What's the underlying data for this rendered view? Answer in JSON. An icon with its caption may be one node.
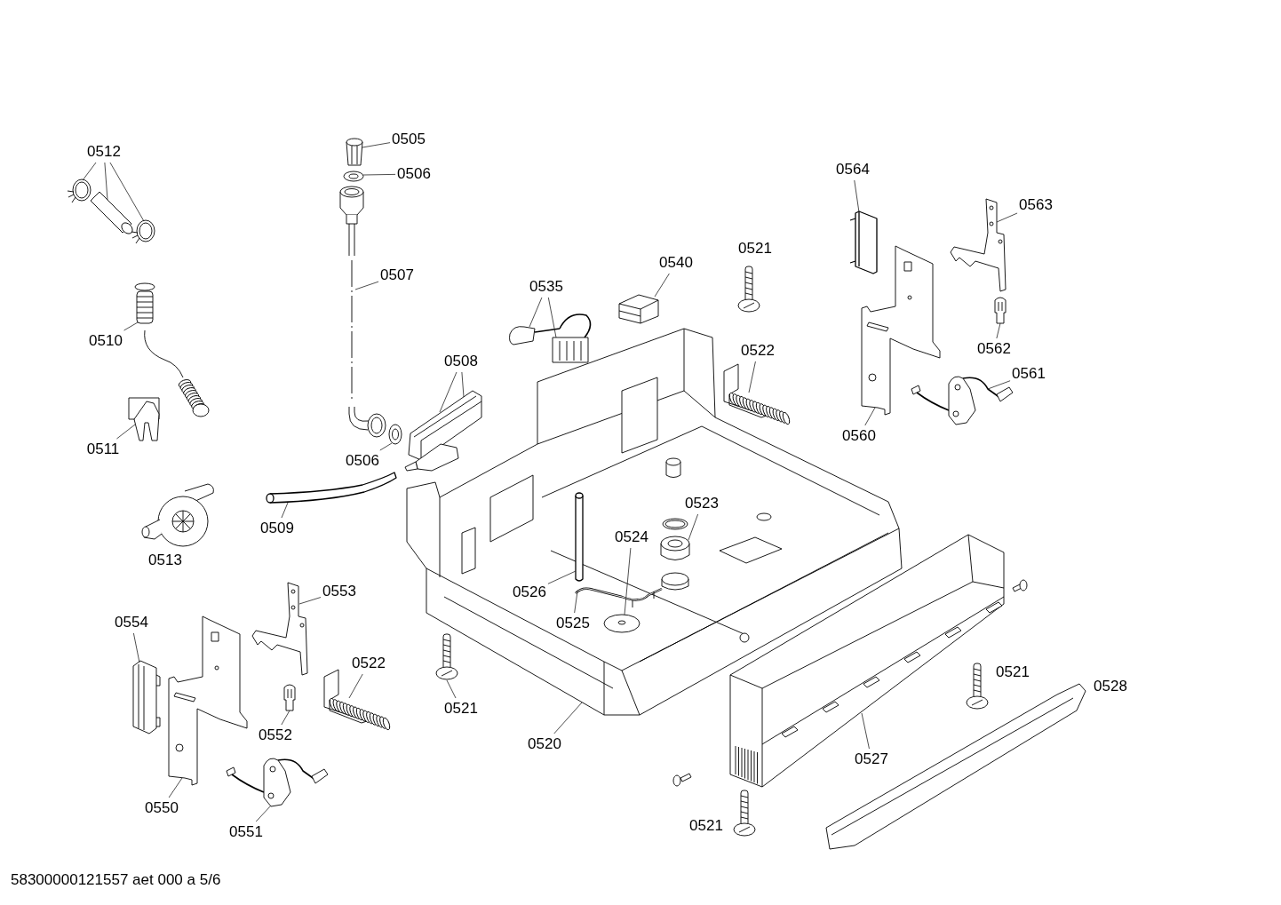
{
  "diagram": {
    "nodes": [
      {
        "text": [
          "0512"
        ]
      },
      {
        "text": [],
        "shape": "picture"
      },
      {
        "text": [],
        "shape": "picture"
      },
      {
        "text": [],
        "shape": "picture"
      },
      {
        "text": [
          "0505"
        ]
      },
      {
        "text": [],
        "shape": "picture"
      },
      {
        "text": [
          "0506"
        ]
      },
      {
        "text": [],
        "shape": "picture"
      },
      {
        "text": [
          "0507"
        ]
      },
      {
        "text": [],
        "shape": "picture"
      },
      {
        "text": [
          "0510"
        ]
      },
      {
        "text": [],
        "shape": "picture"
      },
      {
        "text": [
          "0508"
        ]
      },
      {
        "text": [],
        "shape": "picture"
      },
      {
        "text": [
          "0535"
        ]
      },
      {
        "text": [],
        "shape": "picture"
      },
      {
        "text": [
          "0540"
        ]
      },
      {
        "text": [],
        "shape": "picture"
      },
      {
        "text": [
          "0564"
        ]
      },
      {
        "text": [],
        "shape": "box"
      },
      {
        "text": [
          "0563"
        ]
      },
      {
        "text": [],
        "shape": "picture"
      },
      {
        "text": [
          "0562"
        ]
      },
      {
        "text": [],
        "shape": "picture"
      },
      {
        "text": [
          "0561"
        ]
      },
      {
        "text": [],
        "shape": "picture"
      },
      {
        "text": [
          "0560"
        ]
      },
      {
        "text": [],
        "shape": "picture"
      },
      {
        "text": [
          "0522"
        ]
      },
      {
        "text": [],
        "shape": "picture"
      },
      {
        "text": [
          "0511"
        ]
      },
      {
        "text": [],
        "shape": "picture"
      },
      {
        "text": [
          "0506"
        ]
      },
      {
        "text": [],
        "shape": "picture"
      },
      {
        "text": [
          "0509"
        ]
      },
      {
        "text": [],
        "shape": "bar"
      },
      {
        "text": [],
        "shape": "picture"
      },
      {
        "text": [
          "0523"
        ],
        "in": 36
      },
      {
        "text": [],
        "shape": "picture",
        "in": 36
      },
      {
        "text": [
          "0524"
        ],
        "in": 36
      },
      {
        "text": [],
        "shape": "picture",
        "in": 36
      },
      {
        "text": [
          "0526"
        ],
        "in": 36
      },
      {
        "text": [],
        "shape": "bar",
        "in": 36
      },
      {
        "text": [
          "0525"
        ],
        "in": 36
      },
      {
        "text": [],
        "shape": "picture",
        "in": 36
      },
      {
        "text": [
          "0553"
        ]
      },
      {
        "text": [],
        "shape": "picture"
      },
      {
        "text": [
          "0554"
        ]
      },
      {
        "text": [],
        "shape": "picture"
      },
      {
        "text": [
          "0522"
        ]
      },
      {
        "text": [],
        "shape": "picture"
      },
      {
        "text": [
          "0521"
        ]
      },
      {
        "text": [],
        "shape": "picture"
      },
      {
        "text": [
          "0520"
        ]
      },
      {
        "text": [
          "0527"
        ]
      },
      {
        "text": [],
        "shape": "picture"
      },
      {
        "text": [
          "0552"
        ]
      },
      {
        "text": [],
        "shape": "picture"
      },
      {
        "text": [
          "0550"
        ]
      },
      {
        "text": [],
        "shape": "picture"
      },
      {
        "text": [
          "0551"
        ]
      },
      {
        "text": [],
        "shape": "picture"
      }
    ],
    "edges": [
      {
        "from": 0,
        "to": 1,
        "arrow": "none"
      },
      {
        "from": 0,
        "to": 2,
        "arrow": "none"
      },
      {
        "from": 0,
        "to": 3,
        "arrow": "none"
      },
      {
        "from": 4,
        "to": 5,
        "arrow": "none"
      },
      {
        "from": 6,
        "to": 7,
        "arrow": "none"
      },
      {
        "from": 8,
        "to": 9,
        "arrow": "none"
      },
      {
        "from": 10,
        "to": 11,
        "arrow": "none"
      },
      {
        "from": 12,
        "to": 13,
        "arrow": "none"
      },
      {
        "from": 12,
        "to": 13,
        "arrow": "none"
      },
      {
        "from": 14,
        "to": 15,
        "arrow": "none"
      },
      {
        "from": 14,
        "to": 15,
        "arrow": "none"
      },
      {
        "from": 16,
        "to": 17,
        "arrow": "none"
      },
      {
        "from": 18,
        "to": 19,
        "arrow": "none"
      },
      {
        "from": 20,
        "to": 21,
        "arrow": "none"
      },
      {
        "from": 22,
        "to": 23,
        "arrow": "none"
      },
      {
        "from": 24,
        "to": 25,
        "arrow": "none"
      },
      {
        "from": 26,
        "to": 27,
        "arrow": "none"
      },
      {
        "from": 28,
        "to": 29,
        "arrow": "none"
      },
      {
        "from": 30,
        "to": 31,
        "arrow": "none"
      },
      {
        "from": 32,
        "to": 33,
        "arrow": "none"
      },
      {
        "from": 34,
        "to": 35,
        "arrow": "none"
      },
      {
        "from": 37,
        "to": 38,
        "arrow": "none"
      },
      {
        "from": 39,
        "to": 40,
        "arrow": "none"
      },
      {
        "from": 41,
        "to": 42,
        "arrow": "none"
      },
      {
        "from": 43,
        "to": 44,
        "arrow": "none"
      },
      {
        "from": 45,
        "to": 46,
        "arrow": "none"
      },
      {
        "from": 47,
        "to": 48,
        "arrow": "none"
      },
      {
        "from": 49,
        "to": 50,
        "arrow": "none"
      },
      {
        "from": 51,
        "to": 52,
        "arrow": "none"
      },
      {
        "from": 53,
        "to": 36,
        "arrow": "none"
      },
      {
        "from": 54,
        "to": 55,
        "arrow": "none"
      },
      {
        "from": 56,
        "to": 57,
        "arrow": "none"
      },
      {
        "from": 58,
        "to": 59,
        "arrow": "none"
      },
      {
        "from": 60,
        "to": 61,
        "arrow": "none"
      }
    ],
    "labels": [
      "0521",
      "0513",
      "0521",
      "0528",
      "0521",
      "58300000121557 aet 000 a 5/6"
    ]
  }
}
